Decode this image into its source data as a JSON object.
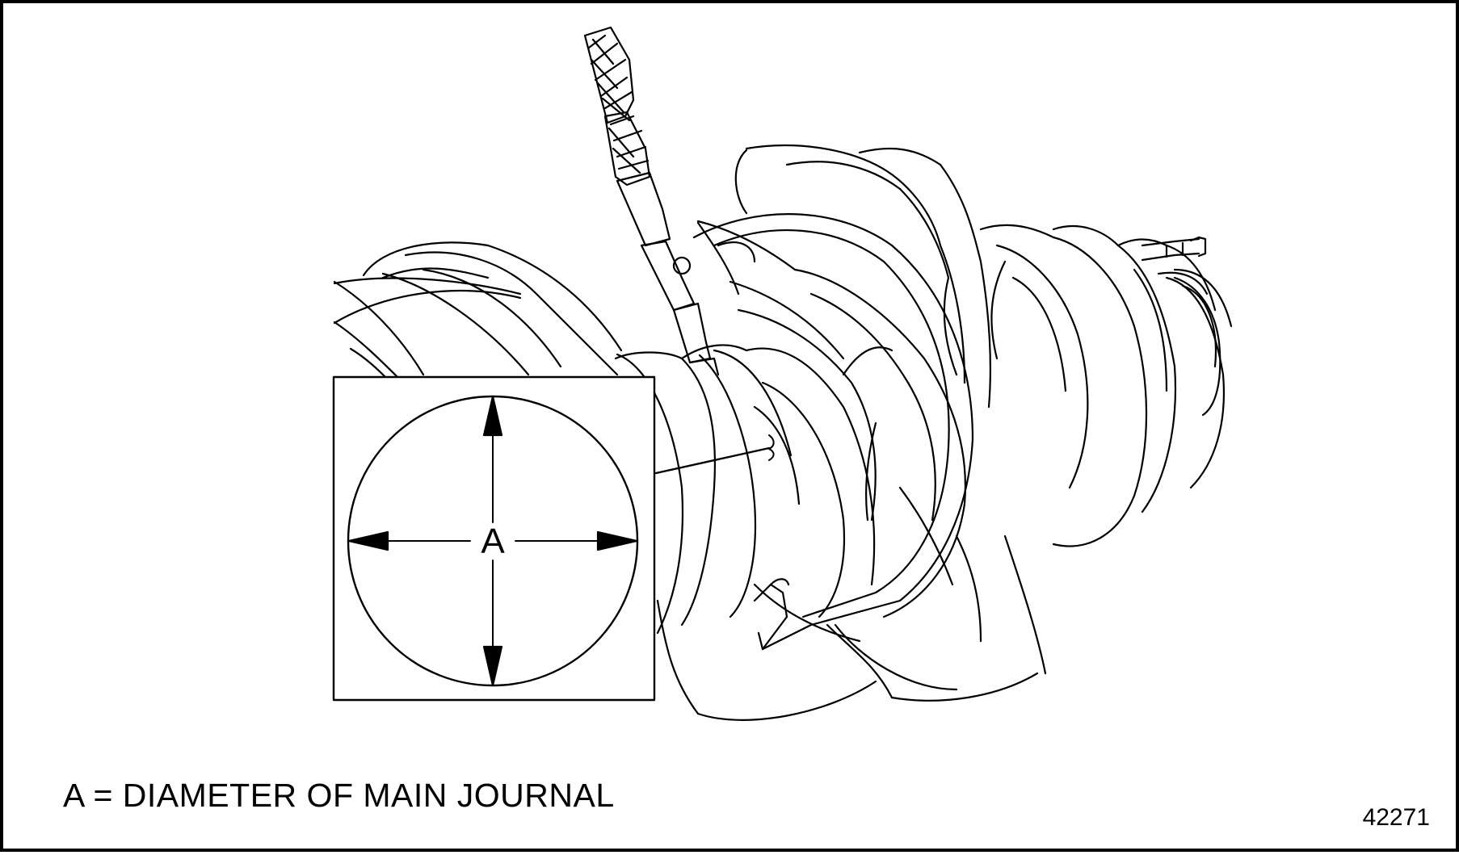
{
  "figure": {
    "dimension_label": "A",
    "caption": "A = DIAMETER OF MAIN JOURNAL",
    "figure_number": "42271"
  },
  "colors": {
    "line": "#000000",
    "background": "#ffffff"
  },
  "icons": {
    "crankshaft": "crankshaft-line-drawing",
    "micrometer": "outside-micrometer-line-drawing",
    "inset": "journal-cross-section-inset",
    "arrows": "dimension-arrowheads"
  }
}
